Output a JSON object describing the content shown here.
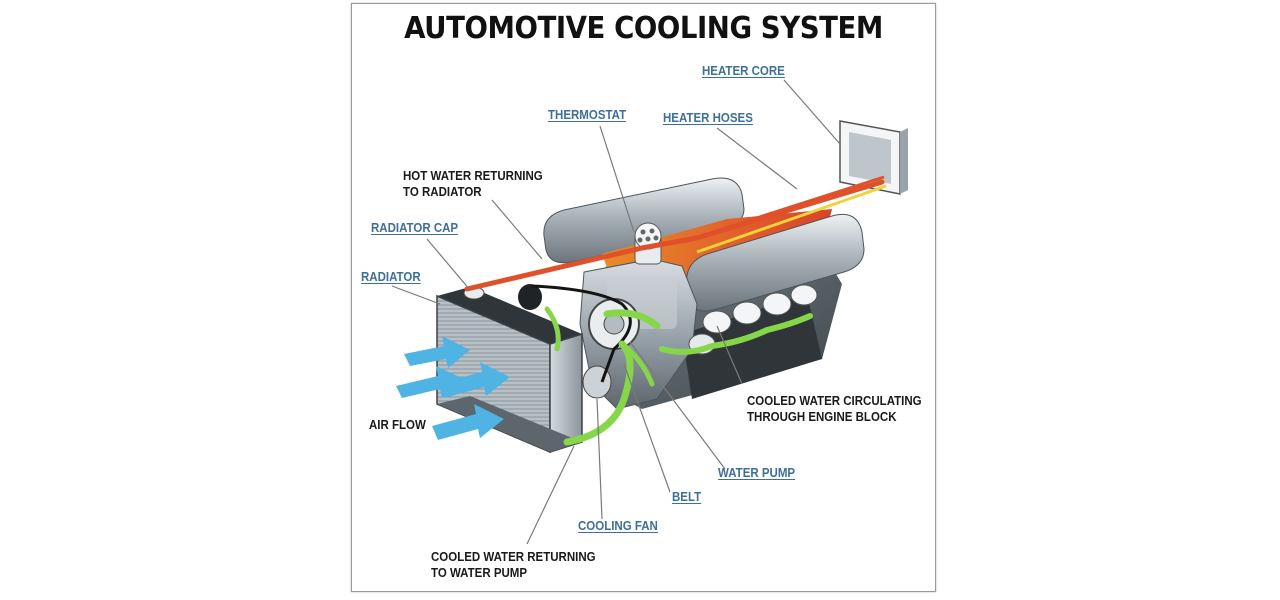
{
  "title": "AUTOMOTIVE COOLING SYSTEM",
  "labels": {
    "heater_core": "HEATER CORE",
    "thermostat": "THERMOSTAT",
    "heater_hoses": "HEATER HOSES",
    "hot_water_line1": "HOT WATER RETURNING",
    "hot_water_line2": "TO RADIATOR",
    "radiator_cap": "RADIATOR CAP",
    "radiator": "RADIATOR",
    "cooled_circ_line1": "COOLED WATER CIRCULATING",
    "cooled_circ_line2": "THROUGH ENGINE BLOCK",
    "air_flow": "AIR FLOW",
    "water_pump": "WATER PUMP",
    "belt": "BELT",
    "cooling_fan": "COOLING FAN",
    "cooled_return_line1": "COOLED WATER RETURNING",
    "cooled_return_line2": "TO WATER PUMP"
  },
  "colors": {
    "label_blue": "#3d6f9b",
    "hot_hose": "#e0502a",
    "heater_hose_yellow": "#f2d23a",
    "coolant_green": "#86d64a",
    "airflow_blue": "#4fb4e4",
    "engine_gray": "#8f9aa3"
  }
}
